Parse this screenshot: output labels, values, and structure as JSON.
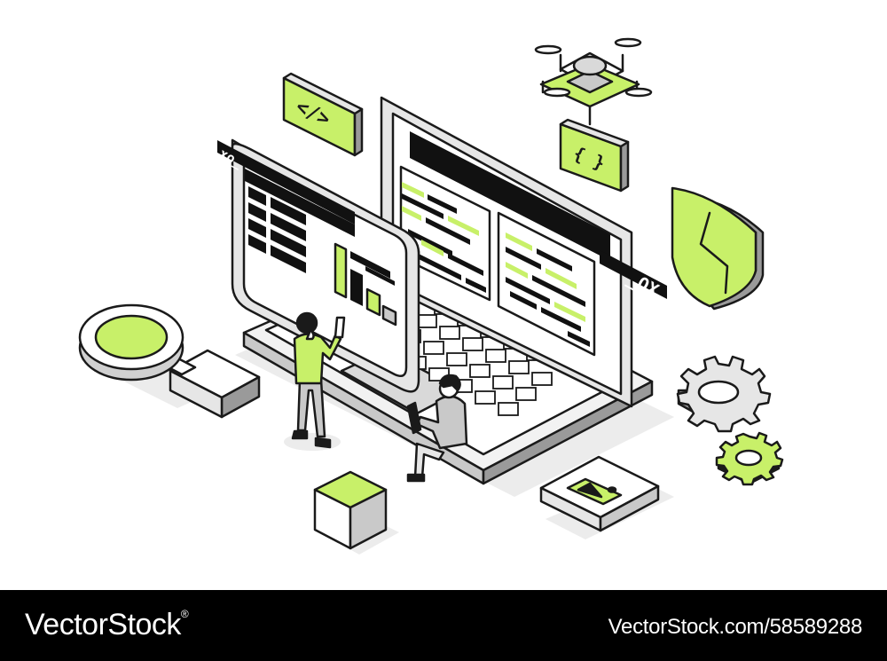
{
  "colors": {
    "accent": "#c8f069",
    "ink": "#1a1a1a",
    "gray_light": "#e6e6e6",
    "gray_mid": "#c9c9c9",
    "gray_dark": "#9a9a9a",
    "footer_bg": "#000000"
  },
  "illustration": {
    "window_controls_left": "xo_",
    "window_controls_right": "_OX",
    "code_tag_badge": "</>",
    "curly_braces_badge": "{ }"
  },
  "footer": {
    "brand": "VectorStock",
    "brand_mark": "®",
    "stock_id": "VectorStock.com/58589288"
  },
  "icons": [
    "laptop-icon",
    "drone-icon",
    "shield-icon",
    "gear-icon",
    "magnifier-icon",
    "cube-icon",
    "image-icon"
  ]
}
